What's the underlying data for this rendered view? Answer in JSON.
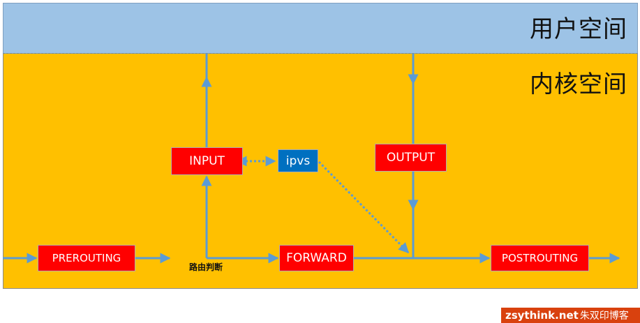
{
  "regions": {
    "user_space": "用户空间",
    "kernel_space": "内核空间"
  },
  "chains": {
    "input": "INPUT",
    "ipvs": "ipvs",
    "output": "OUTPUT",
    "prerouting": "PREROUTING",
    "forward": "FORWARD",
    "postrouting": "POSTROUTING"
  },
  "labels": {
    "routing_decision": "路由判断"
  },
  "watermark": {
    "domain": "zsythink.net",
    "blog_name": "朱双印博客"
  },
  "colors": {
    "user_space": "#9dc3e6",
    "kernel_space": "#ffc000",
    "chain_box": "#ff0000",
    "ipvs_box": "#0070c0",
    "arrow": "#5b9bd5",
    "watermark": "#d9410e"
  }
}
